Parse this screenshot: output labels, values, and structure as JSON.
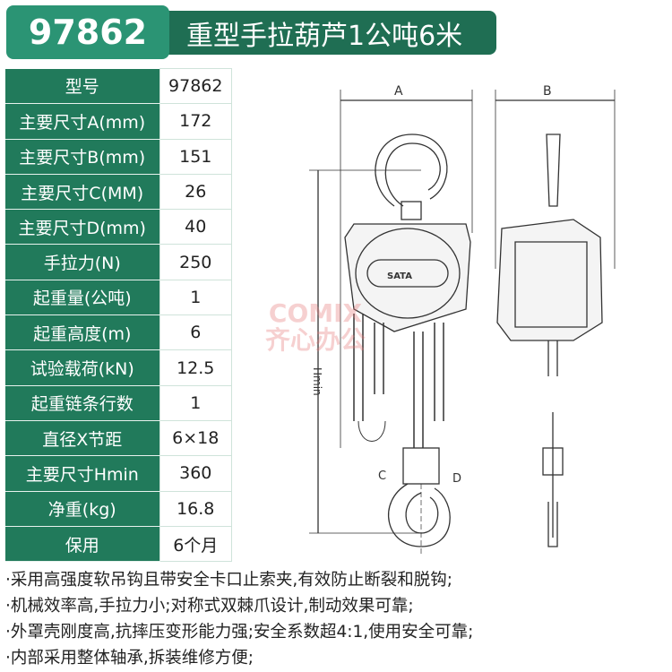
{
  "header": {
    "code": "97862",
    "title": "重型手拉葫芦1公吨6米"
  },
  "specs": [
    {
      "label": "型号",
      "value": "97862"
    },
    {
      "label": "主要尺寸A(mm)",
      "value": "172"
    },
    {
      "label": "主要尺寸B(mm)",
      "value": "151"
    },
    {
      "label": "主要尺寸C(MM)",
      "value": "26"
    },
    {
      "label": "主要尺寸D(mm)",
      "value": "40"
    },
    {
      "label": "手拉力(N)",
      "value": "250"
    },
    {
      "label": "起重量(公吨)",
      "value": "1"
    },
    {
      "label": "起重高度(m)",
      "value": "6"
    },
    {
      "label": "试验载荷(kN)",
      "value": "12.5"
    },
    {
      "label": "起重链条行数",
      "value": "1"
    },
    {
      "label": "直径X节距",
      "value": "6×18"
    },
    {
      "label": "主要尺寸Hmin",
      "value": "360"
    },
    {
      "label": "净重(kg)",
      "value": "16.8"
    },
    {
      "label": "保用",
      "value": "6个月"
    }
  ],
  "drawing": {
    "dim_a": "A",
    "dim_b": "B",
    "dim_c": "C",
    "dim_d": "D",
    "dim_h": "Hmin",
    "brand": "SATA"
  },
  "watermark": {
    "line1": "COMIX",
    "line2": "齐心办公"
  },
  "features": [
    "·采用高强度软吊钩且带安全卡口止索夹,有效防止断裂和脱钩;",
    "·机械效率高,手拉力小;对称式双棘爪设计,制动效果可靠;",
    "·外罩壳刚度高,抗摔压变形能力强;安全系数超4:1,使用安全可靠;",
    "·内部采用整体轴承,拆装维修方便;"
  ]
}
